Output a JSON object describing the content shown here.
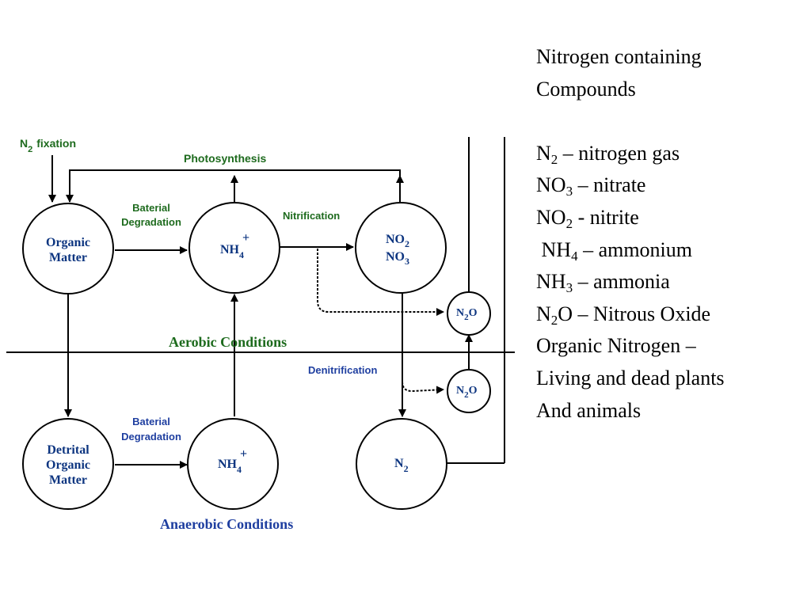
{
  "diagram": {
    "labels": {
      "n2_fixation_main": "N",
      "n2_fixation_sub": "2",
      "n2_fixation_rest": "fixation",
      "photosynthesis": "Photosynthesis",
      "degradation_top_1": "Baterial",
      "degradation_top_2": "Degradation",
      "degradation_bottom_1": "Baterial",
      "degradation_bottom_2": "Degradation",
      "nitrification": "Nitrification",
      "denitrification": "Denitrification",
      "aerobic": "Aerobic  Conditions",
      "anaerobic": "Anaerobic Conditions"
    },
    "nodes": {
      "organic_matter_1": "Organic",
      "organic_matter_2": "Matter",
      "nh4_top_main": "NH",
      "nh4_top_sub": "4",
      "nh4_top_sup": "+",
      "no2_main": "NO",
      "no2_sub": "2",
      "no3_main": "NO",
      "no3_sub": "3",
      "n2o_top_main": "N",
      "n2o_top_sub": "2",
      "n2o_top_rest": "O",
      "n2o_bottom_main": "N",
      "n2o_bottom_sub": "2",
      "n2o_bottom_rest": "O",
      "detrital_1": "Detrital",
      "detrital_2": "Organic",
      "detrital_3": "Matter",
      "nh4_bottom_main": "NH",
      "nh4_bottom_sub": "4",
      "nh4_bottom_sup": "+",
      "n2_main": "N",
      "n2_sub": "2"
    }
  },
  "legend": {
    "title_line1": "Nitrogen containing",
    "title_line2": "Compounds",
    "items": [
      {
        "main": "N",
        "sub": "2",
        "rest": " – nitrogen gas"
      },
      {
        "main": "NO",
        "sub": "3",
        "rest": " – nitrate"
      },
      {
        "main": "NO",
        "sub": "2",
        "rest": " - nitrite"
      },
      {
        "main": " NH",
        "sub": "4",
        "rest": " – ammonium"
      },
      {
        "main": "NH",
        "sub": "3",
        "rest": " – ammonia"
      },
      {
        "main": "N",
        "sub": "2",
        "rest": "O – Nitrous Oxide"
      }
    ],
    "organic_line1": "Organic Nitrogen –",
    "organic_line2": "Living and dead plants",
    "organic_line3": "And animals"
  },
  "colors": {
    "green_label": "#1e6b1e",
    "blue_label": "#1f3fa0",
    "node_text": "#0d3580"
  }
}
